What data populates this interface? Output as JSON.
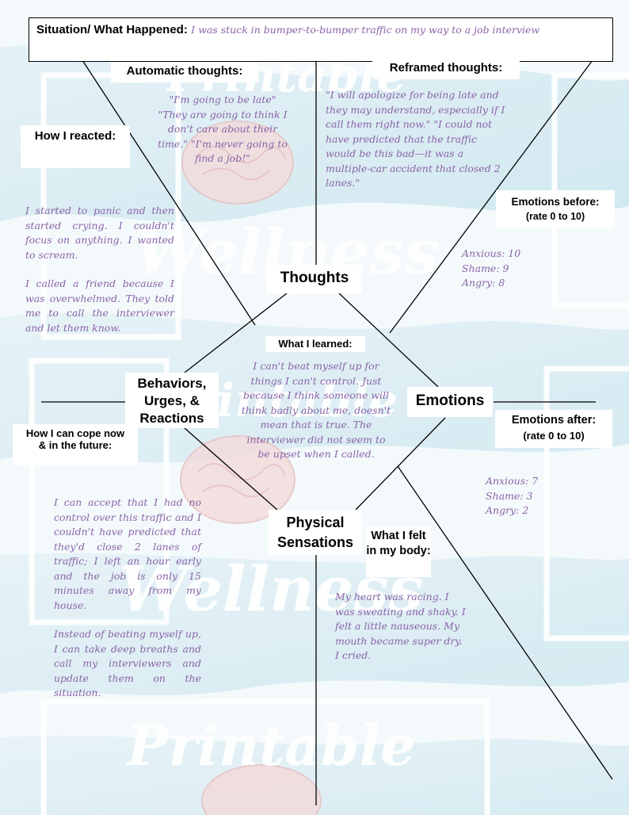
{
  "situation": {
    "label": "Situation/ What Happened:",
    "text": "I was stuck in bumper-to-bumper traffic on my way to a job  interview"
  },
  "automatic_thoughts": {
    "label": "Automatic thoughts:",
    "text": "\"I'm going to be late\" \"They are going to think I don't care about their time.\" \"I'm never going to find a job!\""
  },
  "reframed_thoughts": {
    "label": "Reframed thoughts:",
    "text": "\"I will apologize for being late and they may understand, especially if I call them right now.\" \"I could not have predicted that the traffic would be this bad—it was a multiple-car accident that closed 2 lanes.\""
  },
  "how_i_reacted": {
    "label": "How I reacted:",
    "paragraphs": [
      "I started to panic and then started crying. I couldn't focus on anything. I wanted to scream.",
      "I called a friend because I was overwhelmed. They told me to call the interviewer and let them know."
    ]
  },
  "emotions_before": {
    "label_line1": "Emotions  before:",
    "label_line2": "(rate 0 to 10)",
    "items": [
      "Anxious: 10",
      "Shame: 9",
      "Angry: 8"
    ]
  },
  "thoughts_label": "Thoughts",
  "what_i_learned": {
    "label": "What I learned:",
    "text": "I can't beat myself up for things I can't control. Just because I think someone will think badly about me, doesn't mean that is true. The interviewer did not seem to be upset when I called."
  },
  "behaviors_label": "Behaviors, Urges, & Reactions",
  "emotions_label": "Emotions",
  "emotions_after": {
    "label_line1": "Emotions after:",
    "label_line2": "(rate 0 to 10)",
    "items": [
      "Anxious: 7",
      "Shame: 3",
      "Angry: 2"
    ]
  },
  "how_i_cope": {
    "label": "How I can cope now & in the future:",
    "paragraphs": [
      "I can accept that I had no control over this traffic and I couldn't have predicted that they'd close 2 lanes of traffic; I left an hour early and the job is only 15 minutes away from my house.",
      "Instead of beating myself up, I can take deep breaths and call my interviewers and update them on the situation."
    ]
  },
  "physical_label": "Physical Sensations",
  "what_i_felt": {
    "label": "What I felt in my body:",
    "text": "My heart was racing. I was sweating and shaky. I felt a little nauseous. My mouth became super dry. I cried."
  },
  "watermark": [
    "Printable",
    "Wellness",
    "Printable",
    "Wellness",
    "Printable"
  ],
  "colors": {
    "handwriting": "#8a63a8",
    "background_tint": "#cfe6ee",
    "line": "#000000"
  }
}
